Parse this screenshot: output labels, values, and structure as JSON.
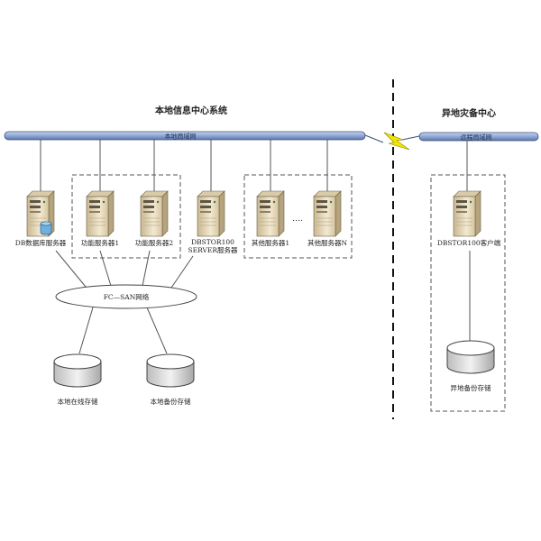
{
  "local_center": {
    "title": "本地信息中心系统",
    "lan_label": "本地局域网",
    "servers": {
      "db": "DB数据库服务器",
      "func1": "功能服务器1",
      "func2": "功能服务器2",
      "dbstor_line1": "DBSTOR100",
      "dbstor_line2": "SERVER服务器",
      "other1": "其他服务器1",
      "ellipsis": "….",
      "otherN": "其他服务器N"
    },
    "san_label": "FC—SAN网络",
    "storage": {
      "online": "本地在线存储",
      "backup": "本地备份存储"
    }
  },
  "remote_center": {
    "title": "异地灾备中心",
    "lan_label": "远程局域网",
    "client": "DBSTOR100客户端",
    "storage": "异地备份存储"
  },
  "colors": {
    "bus_fill": "#8fa8d6",
    "bus_stroke": "#3a4f7a",
    "lightning": "#f2e600",
    "server_body": "#efe3c8",
    "disk_fill": "#e8e8e8"
  }
}
